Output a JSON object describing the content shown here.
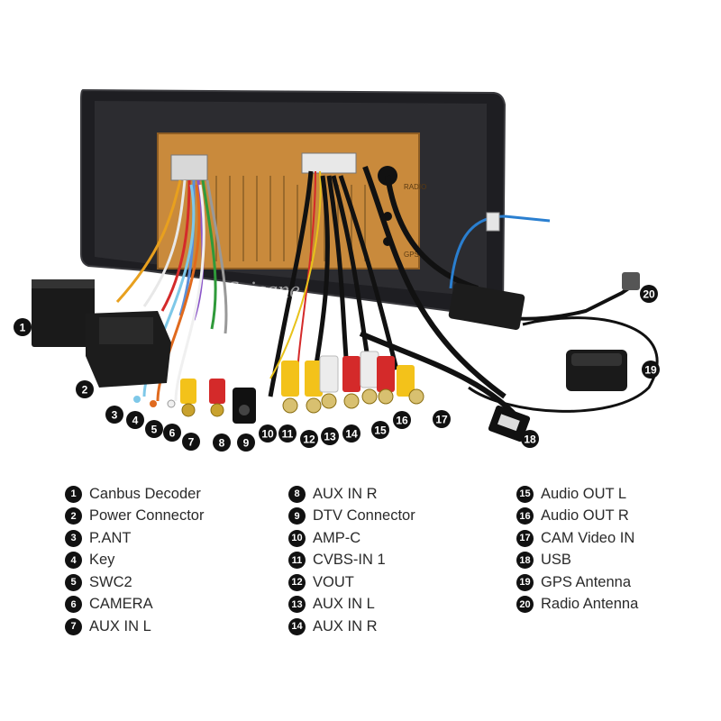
{
  "watermark": "Seicane",
  "panel_labels": {
    "radio": "RADIO",
    "gps": "GPS"
  },
  "colors": {
    "circuit_board": "#c98a3c",
    "frame": "#1e1e22",
    "rca_red": "#d42a2a",
    "rca_yellow": "#f3c21a",
    "rca_white": "#ececec",
    "antenna_blue": "#2a7fd0"
  },
  "legend": {
    "column1": [
      {
        "number": "1",
        "label": "Canbus Decoder"
      },
      {
        "number": "2",
        "label": "Power Connector"
      },
      {
        "number": "3",
        "label": "P.ANT"
      },
      {
        "number": "4",
        "label": "Key"
      },
      {
        "number": "5",
        "label": "SWC2"
      },
      {
        "number": "6",
        "label": "CAMERA"
      },
      {
        "number": "7",
        "label": "AUX IN L"
      }
    ],
    "column2": [
      {
        "number": "8",
        "label": "AUX IN R"
      },
      {
        "number": "9",
        "label": "DTV Connector"
      },
      {
        "number": "10",
        "label": "AMP-C"
      },
      {
        "number": "11",
        "label": "CVBS-IN 1"
      },
      {
        "number": "12",
        "label": "VOUT"
      },
      {
        "number": "13",
        "label": "AUX IN L"
      },
      {
        "number": "14",
        "label": "AUX IN R"
      }
    ],
    "column3": [
      {
        "number": "15",
        "label": "Audio OUT L"
      },
      {
        "number": "16",
        "label": "Audio OUT R"
      },
      {
        "number": "17",
        "label": "CAM Video IN"
      },
      {
        "number": "18",
        "label": "USB"
      },
      {
        "number": "19",
        "label": "GPS Antenna"
      },
      {
        "number": "20",
        "label": "Radio Antenna"
      }
    ]
  },
  "callouts": [
    {
      "number": "1"
    },
    {
      "number": "2"
    },
    {
      "number": "3"
    },
    {
      "number": "4"
    },
    {
      "number": "5"
    },
    {
      "number": "6"
    },
    {
      "number": "7"
    },
    {
      "number": "8"
    },
    {
      "number": "9"
    },
    {
      "number": "10"
    },
    {
      "number": "11"
    },
    {
      "number": "12"
    },
    {
      "number": "13"
    },
    {
      "number": "14"
    },
    {
      "number": "15"
    },
    {
      "number": "16"
    },
    {
      "number": "17"
    },
    {
      "number": "18"
    },
    {
      "number": "19"
    },
    {
      "number": "20"
    }
  ]
}
